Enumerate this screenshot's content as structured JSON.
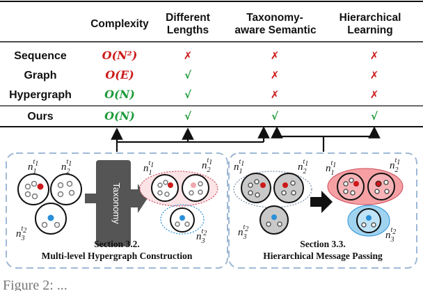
{
  "table": {
    "headers": {
      "complexity": "Complexity",
      "lengths_line1": "Different",
      "lengths_line2": "Lengths",
      "taxonomy_line1": "Taxonomy-",
      "taxonomy_line2": "aware Semantic",
      "hier_line1": "Hierarchical",
      "hier_line2": "Learning"
    },
    "rows": [
      {
        "label": "Sequence",
        "complexity": "O(N²)",
        "lengths": "✗",
        "taxonomy": "✗",
        "hier": "✗"
      },
      {
        "label": "Graph",
        "complexity": "O(E)",
        "lengths": "√",
        "taxonomy": "✗",
        "hier": "✗"
      },
      {
        "label": "Hypergraph",
        "complexity": "O(N)",
        "lengths": "√",
        "taxonomy": "✗",
        "hier": "✗"
      },
      {
        "label": "Ours",
        "complexity": "O(N)",
        "lengths": "√",
        "taxonomy": "√",
        "hier": "√"
      }
    ]
  },
  "colors": {
    "red": "#cc1a1a",
    "green": "#1e9a3a",
    "dash": "#9fb9d6",
    "taxonomy_box": "#555555"
  },
  "left_panel": {
    "taxonomy_label": "Taxonomy",
    "section_title": "Section 3.2.",
    "section_name": "Multi-level Hypergraph Construction"
  },
  "right_panel": {
    "section_title": "Section 3.3.",
    "section_name": "Hierarchical Message Passing"
  },
  "node_labels": {
    "n": "n",
    "n1_sub": "1",
    "n1_sup": "t",
    "n1_sup_sub": "1",
    "n2_sub": "2",
    "n2_sup": "t",
    "n2_sup_sub": "1",
    "n3_sub": "3",
    "n3_sup": "t",
    "n3_sup_sub": "2"
  },
  "caption_fragment": "Figure 2: ..."
}
